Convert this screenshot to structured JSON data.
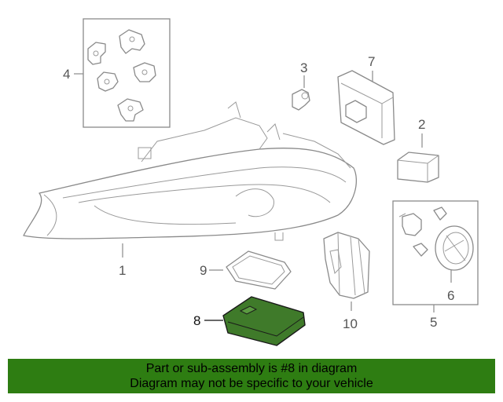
{
  "callouts": {
    "c1": "1",
    "c2": "2",
    "c3": "3",
    "c4": "4",
    "c5": "5",
    "c6": "6",
    "c7": "7",
    "c8": "8",
    "c9": "9",
    "c10": "10"
  },
  "highlight": {
    "part": "8",
    "fill": "#3f7a2a",
    "stroke": "#1a1a1a"
  },
  "banner": {
    "line1": "Part or sub-assembly is #8 in diagram",
    "line2": "Diagram may not be specific to your vehicle",
    "color": "#2e7d12"
  }
}
